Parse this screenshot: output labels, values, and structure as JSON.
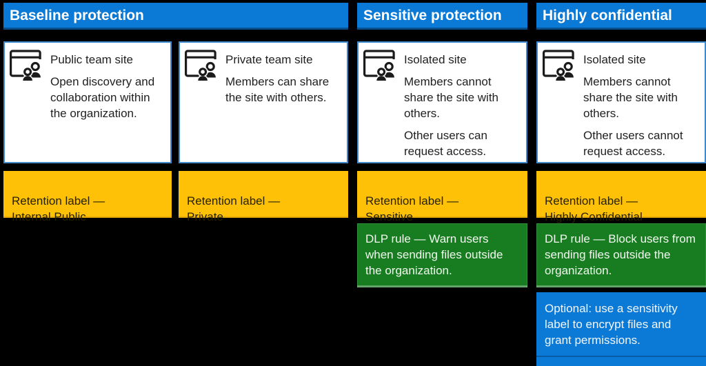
{
  "palette": {
    "background": "#000000",
    "header_blue": "#0b79d6",
    "header_blue_edge": "#1b5a8e",
    "card_background": "#ffffff",
    "card_border": "#4189cd",
    "card_text": "#1f1f1f",
    "amber": "#ffc008",
    "amber_text": "#262200",
    "green": "#177d20",
    "green_edge_light": "#5aa55a",
    "optional_blue": "#0b79d6",
    "light_text": "#ffffff",
    "icon_stroke": "#1b1b1b"
  },
  "headers": [
    {
      "label": "Baseline protection"
    },
    {
      "label": "Sensitive protection"
    },
    {
      "label": "Highly confidential"
    }
  ],
  "icons": {
    "site_icon": "team-site-window-with-two-people"
  },
  "columns": [
    {
      "site": {
        "title": "Public team site",
        "description": "Open discovery and collaboration within the organization."
      },
      "retention_label": "Retention label —\nInternal Public"
    },
    {
      "site": {
        "title": "Private team site",
        "description": "Members can share the site with others."
      },
      "retention_label": "Retention label —\nPrivate"
    },
    {
      "site": {
        "title": "Isolated site",
        "description": "Members cannot share the site with others.",
        "description2": "Other users can request access."
      },
      "retention_label": "Retention label —\nSensitive",
      "dlp_rule": "DLP rule — Warn users when sending files outside the organization."
    },
    {
      "site": {
        "title": "Isolated site",
        "description": "Members cannot share the site with others.",
        "description2": "Other users cannot request access."
      },
      "retention_label": "Retention label —\nHighly Confidential",
      "dlp_rule": "DLP rule — Block users from sending files outside the organization.",
      "optional_label": "Optional: use a sensitivity label to encrypt files and grant permissions."
    }
  ]
}
